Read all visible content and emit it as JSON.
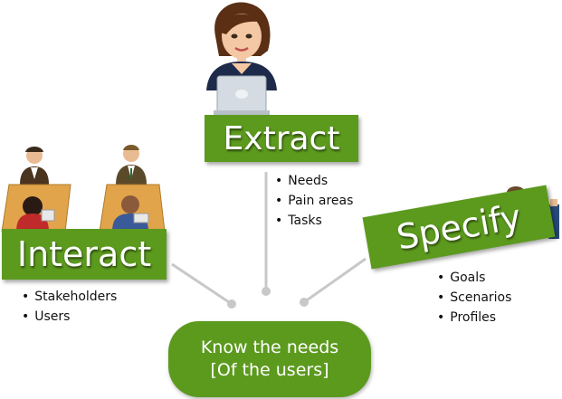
{
  "extract": {
    "title": "Extract",
    "items": [
      "Needs",
      "Pain areas",
      "Tasks"
    ]
  },
  "interact": {
    "title": "Interact",
    "items": [
      "Stakeholders",
      "Users"
    ]
  },
  "specify": {
    "title": "Specify",
    "items": [
      "Goals",
      "Scenarios",
      "Profiles"
    ]
  },
  "center": {
    "line1": "Know the needs",
    "line2": "[Of the users]"
  },
  "colors": {
    "banner_green": "#5c9a1e",
    "connector_gray": "#c8c8c8"
  },
  "icons": [
    "woman-with-laptop-icon",
    "meeting-people-icon",
    "peeking-man-icon"
  ]
}
